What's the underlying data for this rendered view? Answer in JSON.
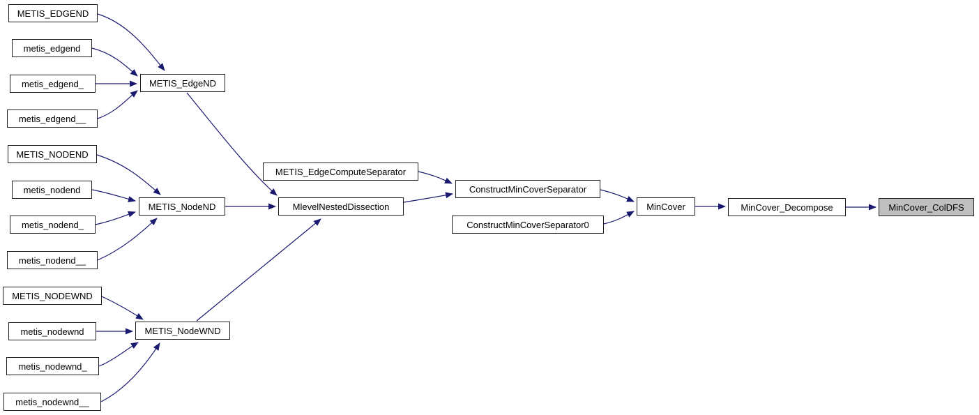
{
  "diagram": {
    "type": "call-graph",
    "description": "Callers graph ending at MinCover_ColDFS",
    "nodes": [
      {
        "id": "METIS_EDGEND",
        "label": "METIS_EDGEND",
        "highlighted": false
      },
      {
        "id": "metis_edgend",
        "label": "metis_edgend",
        "highlighted": false
      },
      {
        "id": "metis_edgend_",
        "label": "metis_edgend_",
        "highlighted": false
      },
      {
        "id": "metis_edgend__",
        "label": "metis_edgend__",
        "highlighted": false
      },
      {
        "id": "METIS_EdgeND",
        "label": "METIS_EdgeND",
        "highlighted": false
      },
      {
        "id": "METIS_NODEND",
        "label": "METIS_NODEND",
        "highlighted": false
      },
      {
        "id": "metis_nodend",
        "label": "metis_nodend",
        "highlighted": false
      },
      {
        "id": "metis_nodend_",
        "label": "metis_nodend_",
        "highlighted": false
      },
      {
        "id": "metis_nodend__",
        "label": "metis_nodend__",
        "highlighted": false
      },
      {
        "id": "METIS_NodeND",
        "label": "METIS_NodeND",
        "highlighted": false
      },
      {
        "id": "METIS_NODEWND",
        "label": "METIS_NODEWND",
        "highlighted": false
      },
      {
        "id": "metis_nodewnd",
        "label": "metis_nodewnd",
        "highlighted": false
      },
      {
        "id": "metis_nodewnd_",
        "label": "metis_nodewnd_",
        "highlighted": false
      },
      {
        "id": "metis_nodewnd__",
        "label": "metis_nodewnd__",
        "highlighted": false
      },
      {
        "id": "METIS_NodeWND",
        "label": "METIS_NodeWND",
        "highlighted": false
      },
      {
        "id": "METIS_EdgeComputeSeparator",
        "label": "METIS_EdgeComputeSeparator",
        "highlighted": false
      },
      {
        "id": "MlevelNestedDissection",
        "label": "MlevelNestedDissection",
        "highlighted": false
      },
      {
        "id": "ConstructMinCoverSeparator",
        "label": "ConstructMinCoverSeparator",
        "highlighted": false
      },
      {
        "id": "ConstructMinCoverSeparator0",
        "label": "ConstructMinCoverSeparator0",
        "highlighted": false
      },
      {
        "id": "MinCover",
        "label": "MinCover",
        "highlighted": false
      },
      {
        "id": "MinCover_Decompose",
        "label": "MinCover_Decompose",
        "highlighted": false
      },
      {
        "id": "MinCover_ColDFS",
        "label": "MinCover_ColDFS",
        "highlighted": true
      }
    ],
    "edges": [
      {
        "from": "METIS_EDGEND",
        "to": "METIS_EdgeND"
      },
      {
        "from": "metis_edgend",
        "to": "METIS_EdgeND"
      },
      {
        "from": "metis_edgend_",
        "to": "METIS_EdgeND"
      },
      {
        "from": "metis_edgend__",
        "to": "METIS_EdgeND"
      },
      {
        "from": "METIS_EdgeND",
        "to": "MlevelNestedDissection"
      },
      {
        "from": "METIS_NODEND",
        "to": "METIS_NodeND"
      },
      {
        "from": "metis_nodend",
        "to": "METIS_NodeND"
      },
      {
        "from": "metis_nodend_",
        "to": "METIS_NodeND"
      },
      {
        "from": "metis_nodend__",
        "to": "METIS_NodeND"
      },
      {
        "from": "METIS_NodeND",
        "to": "MlevelNestedDissection"
      },
      {
        "from": "METIS_NODEWND",
        "to": "METIS_NodeWND"
      },
      {
        "from": "metis_nodewnd",
        "to": "METIS_NodeWND"
      },
      {
        "from": "metis_nodewnd_",
        "to": "METIS_NodeWND"
      },
      {
        "from": "metis_nodewnd__",
        "to": "METIS_NodeWND"
      },
      {
        "from": "METIS_NodeWND",
        "to": "MlevelNestedDissection"
      },
      {
        "from": "METIS_EdgeComputeSeparator",
        "to": "ConstructMinCoverSeparator"
      },
      {
        "from": "MlevelNestedDissection",
        "to": "ConstructMinCoverSeparator"
      },
      {
        "from": "ConstructMinCoverSeparator",
        "to": "MinCover"
      },
      {
        "from": "ConstructMinCoverSeparator0",
        "to": "MinCover"
      },
      {
        "from": "MinCover",
        "to": "MinCover_Decompose"
      },
      {
        "from": "MinCover_Decompose",
        "to": "MinCover_ColDFS"
      }
    ],
    "colors": {
      "edge": "#191970",
      "node_fill": "#ffffff",
      "node_border": "#1c1c1c",
      "highlight_fill": "#bfbfbf",
      "text": "#000000",
      "background": "#ffffff"
    }
  }
}
